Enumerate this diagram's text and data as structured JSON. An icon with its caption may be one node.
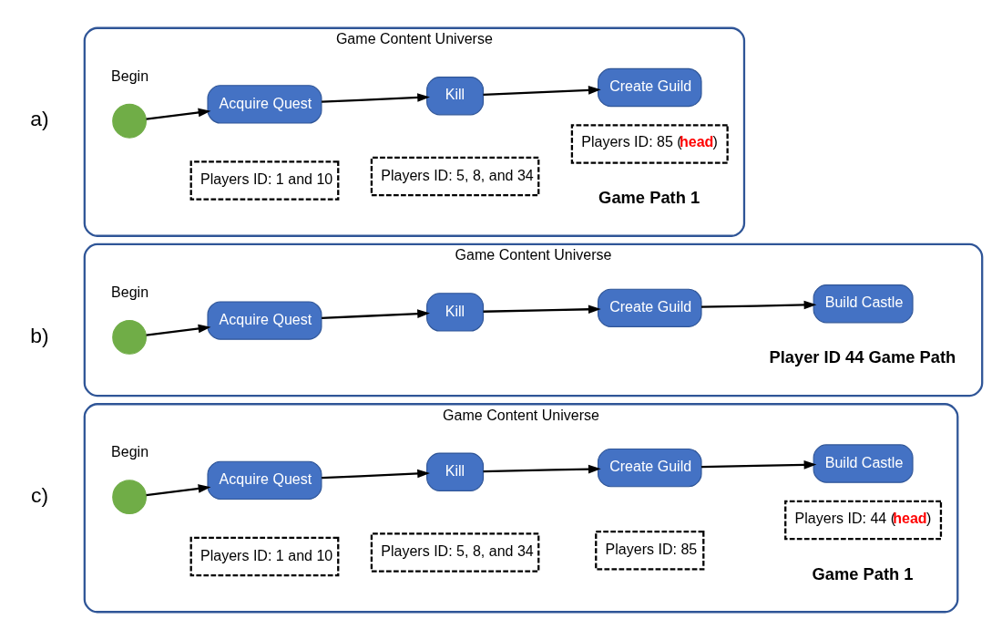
{
  "diagram": {
    "nodes": [
      {
        "text": [
          "Game Content Universe",
          "Game Path 1"
        ]
      },
      {
        "text": [],
        "shape": "circle",
        "in": 0,
        "beside": [
          "Begin"
        ]
      },
      {
        "text": [
          "Acquire Quest"
        ],
        "in": 0
      },
      {
        "text": [
          "Kill"
        ],
        "in": 0
      },
      {
        "text": [
          "Create Guild"
        ],
        "in": 0
      },
      {
        "text": [
          "Players ID: 1 and 10"
        ],
        "in": 0
      },
      {
        "text": [
          "Players ID: 5, 8, and 34"
        ],
        "in": 0
      },
      {
        "text": [
          "Players ID: 85 (**head**)"
        ],
        "in": 0
      },
      {
        "text": [
          "Game Content Universe",
          "Player ID 44 Game Path"
        ]
      },
      {
        "text": [],
        "shape": "circle",
        "in": 8,
        "beside": [
          "Begin"
        ]
      },
      {
        "text": [
          "Acquire Quest"
        ],
        "in": 8
      },
      {
        "text": [
          "Kill"
        ],
        "in": 8
      },
      {
        "text": [
          "Create Guild"
        ],
        "in": 8
      },
      {
        "text": [
          "Build Castle"
        ],
        "in": 8
      },
      {
        "text": [
          "Game Content Universe",
          "Game Path 1"
        ]
      },
      {
        "text": [],
        "shape": "circle",
        "in": 14,
        "beside": [
          "Begin"
        ]
      },
      {
        "text": [
          "Acquire Quest"
        ],
        "in": 14
      },
      {
        "text": [
          "Kill"
        ],
        "in": 14
      },
      {
        "text": [
          "Create Guild"
        ],
        "in": 14
      },
      {
        "text": [
          "Build Castle"
        ],
        "in": 14
      },
      {
        "text": [
          "Players ID: 1 and 10"
        ],
        "in": 14
      },
      {
        "text": [
          "Players ID: 5, 8, and 34"
        ],
        "in": 14
      },
      {
        "text": [
          "Players ID: 85"
        ],
        "in": 14
      },
      {
        "text": [
          "Players ID: 44 (**head**)"
        ],
        "in": 14
      }
    ],
    "edges": [
      {
        "from": 1,
        "to": 2,
        "arrow": "to"
      },
      {
        "from": 2,
        "to": 3,
        "arrow": "to"
      },
      {
        "from": 3,
        "to": 4,
        "arrow": "to"
      },
      {
        "from": 9,
        "to": 10,
        "arrow": "to"
      },
      {
        "from": 10,
        "to": 11,
        "arrow": "to"
      },
      {
        "from": 11,
        "to": 12,
        "arrow": "to"
      },
      {
        "from": 12,
        "to": 13,
        "arrow": "to"
      },
      {
        "from": 15,
        "to": 16,
        "arrow": "to"
      },
      {
        "from": 16,
        "to": 17,
        "arrow": "to"
      },
      {
        "from": 17,
        "to": 18,
        "arrow": "to"
      },
      {
        "from": 18,
        "to": 19,
        "arrow": "to"
      }
    ],
    "labels": [
      "a)",
      "b)",
      "c)"
    ]
  }
}
